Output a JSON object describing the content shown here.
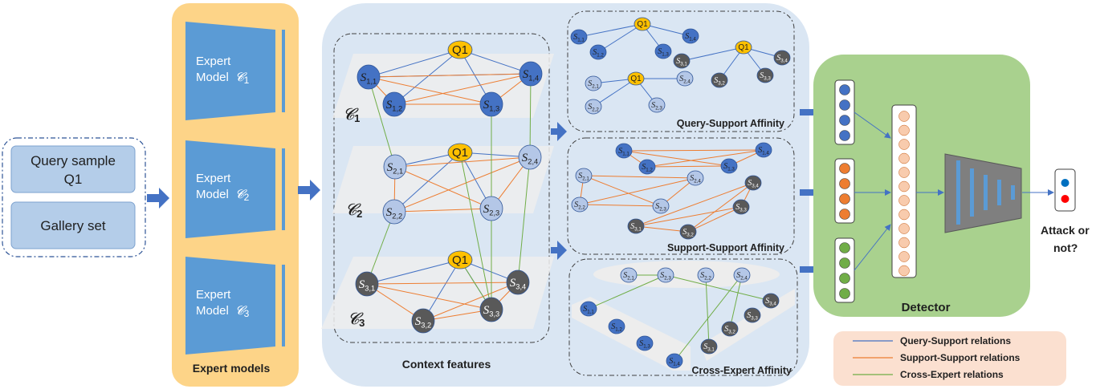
{
  "inputs": {
    "query_line1": "Query sample",
    "query_line2": "Q1",
    "gallery": "Gallery set"
  },
  "experts": {
    "items": [
      {
        "line1": "Expert",
        "line2": "Model",
        "sym": "𝓒",
        "sub": "1"
      },
      {
        "line1": "Expert",
        "line2": "Model",
        "sym": "𝓒",
        "sub": "2"
      },
      {
        "line1": "Expert",
        "line2": "Model",
        "sym": "𝓒",
        "sub": "3"
      }
    ],
    "caption": "Expert models"
  },
  "context": {
    "caption": "Context features",
    "planes": [
      {
        "sym": "𝓒",
        "sub": "1"
      },
      {
        "sym": "𝓒",
        "sub": "2"
      },
      {
        "sym": "𝓒",
        "sub": "3"
      }
    ]
  },
  "affinity": {
    "query_support": "Query-Support Affinity",
    "support_support": "Support-Support Affinity",
    "cross_expert": "Cross-Expert Affinity"
  },
  "detector": {
    "caption": "Detector",
    "output": "Attack or not?"
  },
  "legend": {
    "items": [
      {
        "label": "Query-Support relations",
        "color": "#4472c4"
      },
      {
        "label": "Support-Support relations",
        "color": "#ed7d31"
      },
      {
        "label": "Cross-Expert relations",
        "color": "#70ad47"
      }
    ]
  },
  "colors": {
    "query": "#ffc000",
    "expert1": "#4472c4",
    "expert2": "#b4c7e7",
    "expert3": "#595959",
    "orange": "#ed7d31",
    "green": "#70ad47",
    "panel_yellow": "#fdd488",
    "panel_blue": "#dae6f3",
    "panel_green": "#a9d18e",
    "legend_bg": "#fbe0d0"
  }
}
